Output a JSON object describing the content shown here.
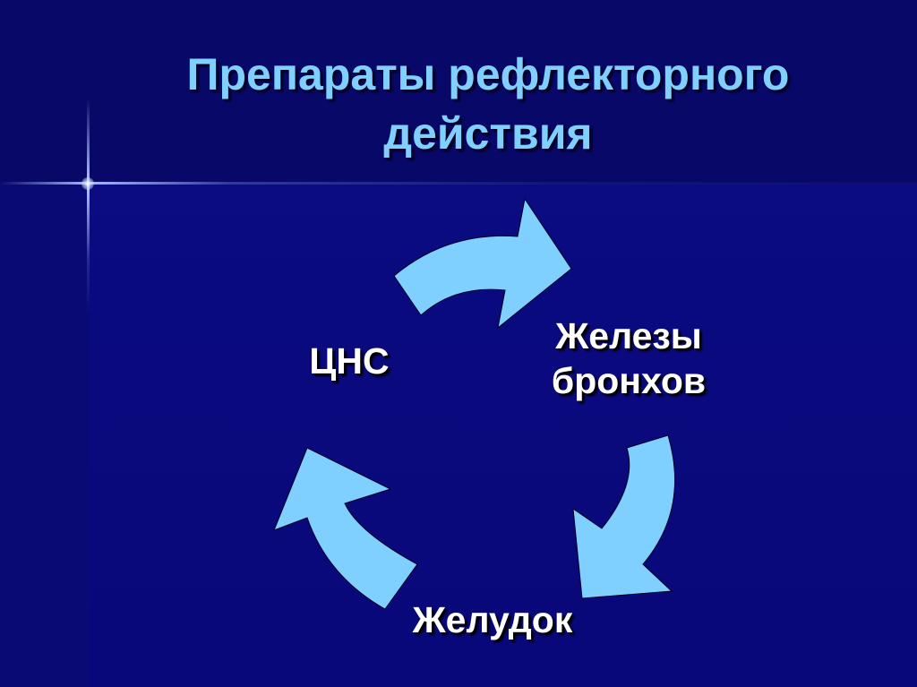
{
  "slide": {
    "title_line1": "Препараты рефлекторного",
    "title_line2": "действия"
  },
  "cycle": {
    "nodes": [
      {
        "id": "cns",
        "lines": [
          "ЦНС"
        ]
      },
      {
        "id": "bronchi",
        "lines": [
          "Железы",
          "бронхов"
        ]
      },
      {
        "id": "stomach",
        "lines": [
          "Желудок"
        ]
      }
    ],
    "edges": [
      {
        "from": "cns",
        "to": "bronchi"
      },
      {
        "from": "bronchi",
        "to": "stomach"
      },
      {
        "from": "stomach",
        "to": "cns"
      }
    ]
  },
  "colors": {
    "background": "#0a0a7e",
    "title_band": "#080868",
    "title_text": "#7fd0ff",
    "arrow_fill": "#7fd0ff",
    "node_text": "#ffffff"
  }
}
